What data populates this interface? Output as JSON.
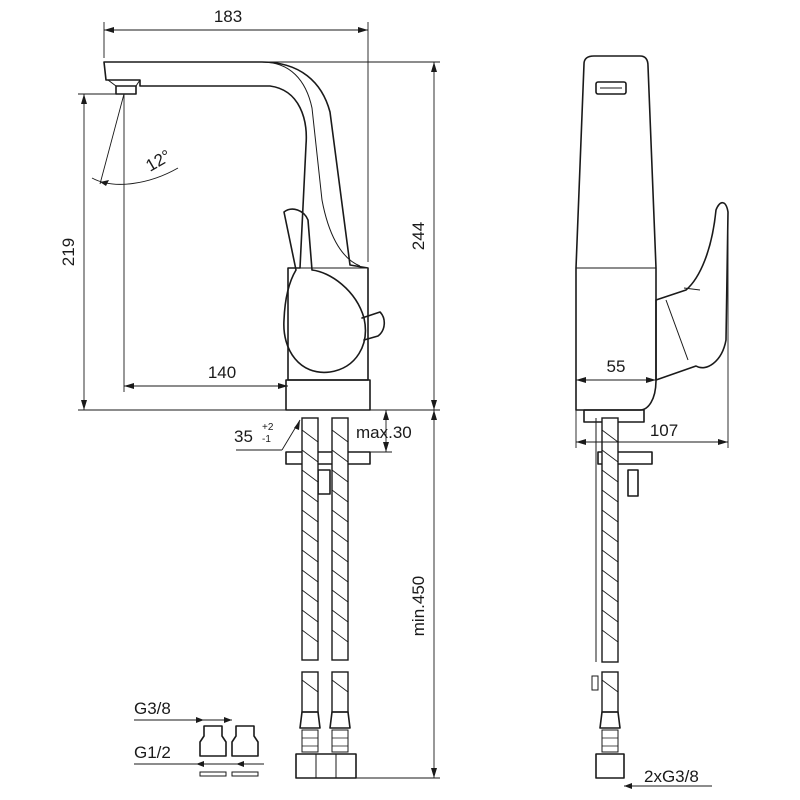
{
  "dimensions": {
    "overall_width": "183",
    "height_to_top": "244",
    "spout_height": "219",
    "spout_reach": "140",
    "spout_angle": "12°",
    "mount_hole": "35",
    "mount_hole_tol_upper": "+2",
    "mount_hole_tol_lower": "-1",
    "max_deck_thickness": "max.30",
    "hose_length": "min.450",
    "body_width": "55",
    "body_depth": "107"
  },
  "connectors": {
    "thread_a": "G3/8",
    "thread_b": "G1/2",
    "hose_thread": "2xG3/8"
  }
}
